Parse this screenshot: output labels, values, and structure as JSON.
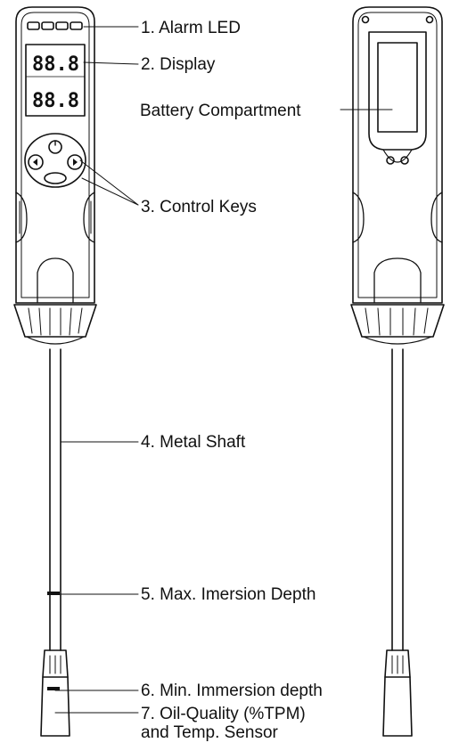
{
  "diagram": {
    "labels": {
      "alarm_led": "1. Alarm LED",
      "display": "2. Display",
      "battery": "Battery Compartment",
      "control_keys": "3. Control Keys",
      "metal_shaft": "4. Metal Shaft",
      "max_depth": "5. Max. Imersion Depth",
      "min_depth": "6. Min. Immersion depth",
      "sensor_line1": "7. Oil-Quality (%TPM)",
      "sensor_line2": "and Temp. Sensor"
    },
    "device_display": {
      "upper_reading": "88.8",
      "lower_reading": "88.8"
    }
  }
}
